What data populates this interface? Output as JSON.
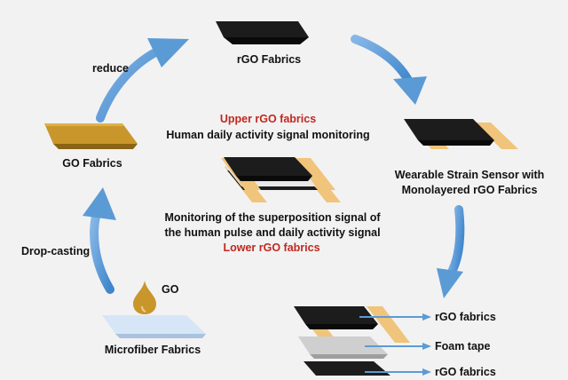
{
  "labels": {
    "rgo_fabrics_top": "rGO Fabrics",
    "reduce": "reduce",
    "go_fabrics": "GO Fabrics",
    "drop_casting": "Drop-casting",
    "go": "GO",
    "microfiber": "Microfiber Fabrics",
    "sensor_line1": "Wearable Strain Sensor with",
    "sensor_line2": "Monolayered rGO Fabrics",
    "upper": "Upper rGO fabrics",
    "upper_desc": "Human daily activity signal monitoring",
    "mon_line1": "Monitoring of the superposition signal of",
    "mon_line2": "the human pulse and daily activity signal",
    "lower": "Lower rGO fabrics",
    "stack_rgo_1": "rGO fabrics",
    "stack_foam": "Foam tape",
    "stack_rgo_2": "rGO fabrics"
  },
  "colors": {
    "background": "#f2f2f2",
    "arrow_blue": "#5b9bd5",
    "fabric_black": "#1c1c1c",
    "electrode_tan": "#f0c47a",
    "go_gold": "#c9962b",
    "microfiber_blue": "#d7e6f6",
    "foam_gray": "#cfcfcf",
    "highlight_red": "#c0281e"
  }
}
